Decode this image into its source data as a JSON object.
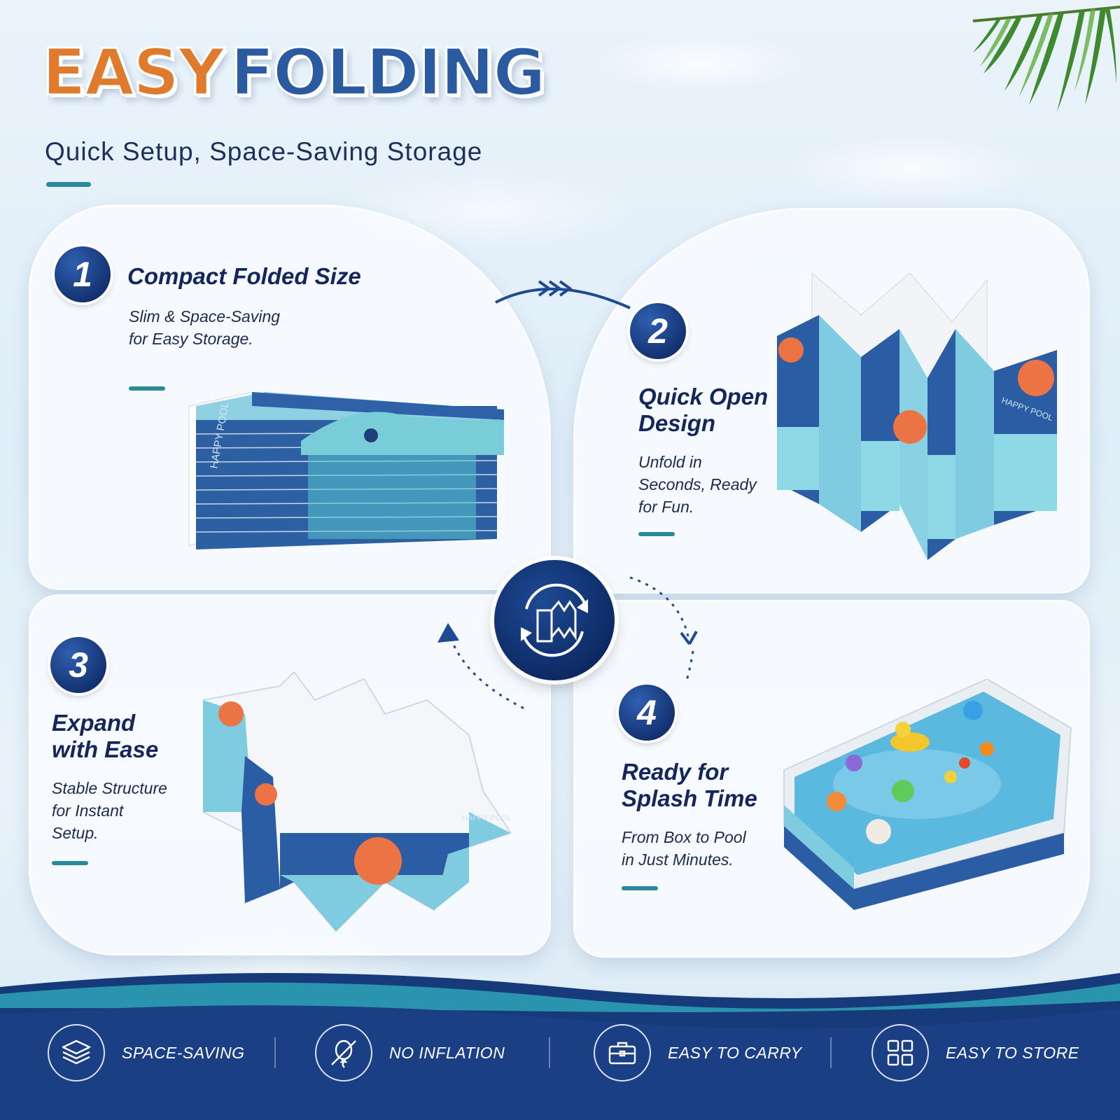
{
  "header": {
    "title_word1": "EASY",
    "title_word2": "FOLDING",
    "subtitle": "Quick Setup, Space-Saving Storage"
  },
  "steps": [
    {
      "number": "1",
      "title_line1": "Compact Folded Size",
      "title_line2": "",
      "desc_line1": "Slim & Space-Saving",
      "desc_line2": "for Easy Storage.",
      "desc_line3": ""
    },
    {
      "number": "2",
      "title_line1": "Quick Open",
      "title_line2": "Design",
      "desc_line1": "Unfold in",
      "desc_line2": "Seconds, Ready",
      "desc_line3": "for Fun."
    },
    {
      "number": "3",
      "title_line1": "Expand",
      "title_line2": "with Ease",
      "desc_line1": "Stable Structure",
      "desc_line2": "for Instant",
      "desc_line3": "Setup."
    },
    {
      "number": "4",
      "title_line1": "Ready for",
      "title_line2": "Splash Time",
      "desc_line1": "From Box to Pool",
      "desc_line2": "in Just Minutes.",
      "desc_line3": ""
    }
  ],
  "product_print": "HAPPY POOL",
  "features": [
    {
      "label": "SPACE-SAVING",
      "icon": "layers-icon"
    },
    {
      "label": "NO INFLATION",
      "icon": "no-balloon-icon"
    },
    {
      "label": "EASY TO CARRY",
      "icon": "briefcase-icon"
    },
    {
      "label": "EASY TO STORE",
      "icon": "grid-icon"
    }
  ],
  "colors": {
    "title_orange": "#e07a2c",
    "title_blue": "#2a5aa0",
    "navy": "#15265c",
    "accent_teal": "#2b8a9a",
    "band_navy": "#173a7a"
  }
}
